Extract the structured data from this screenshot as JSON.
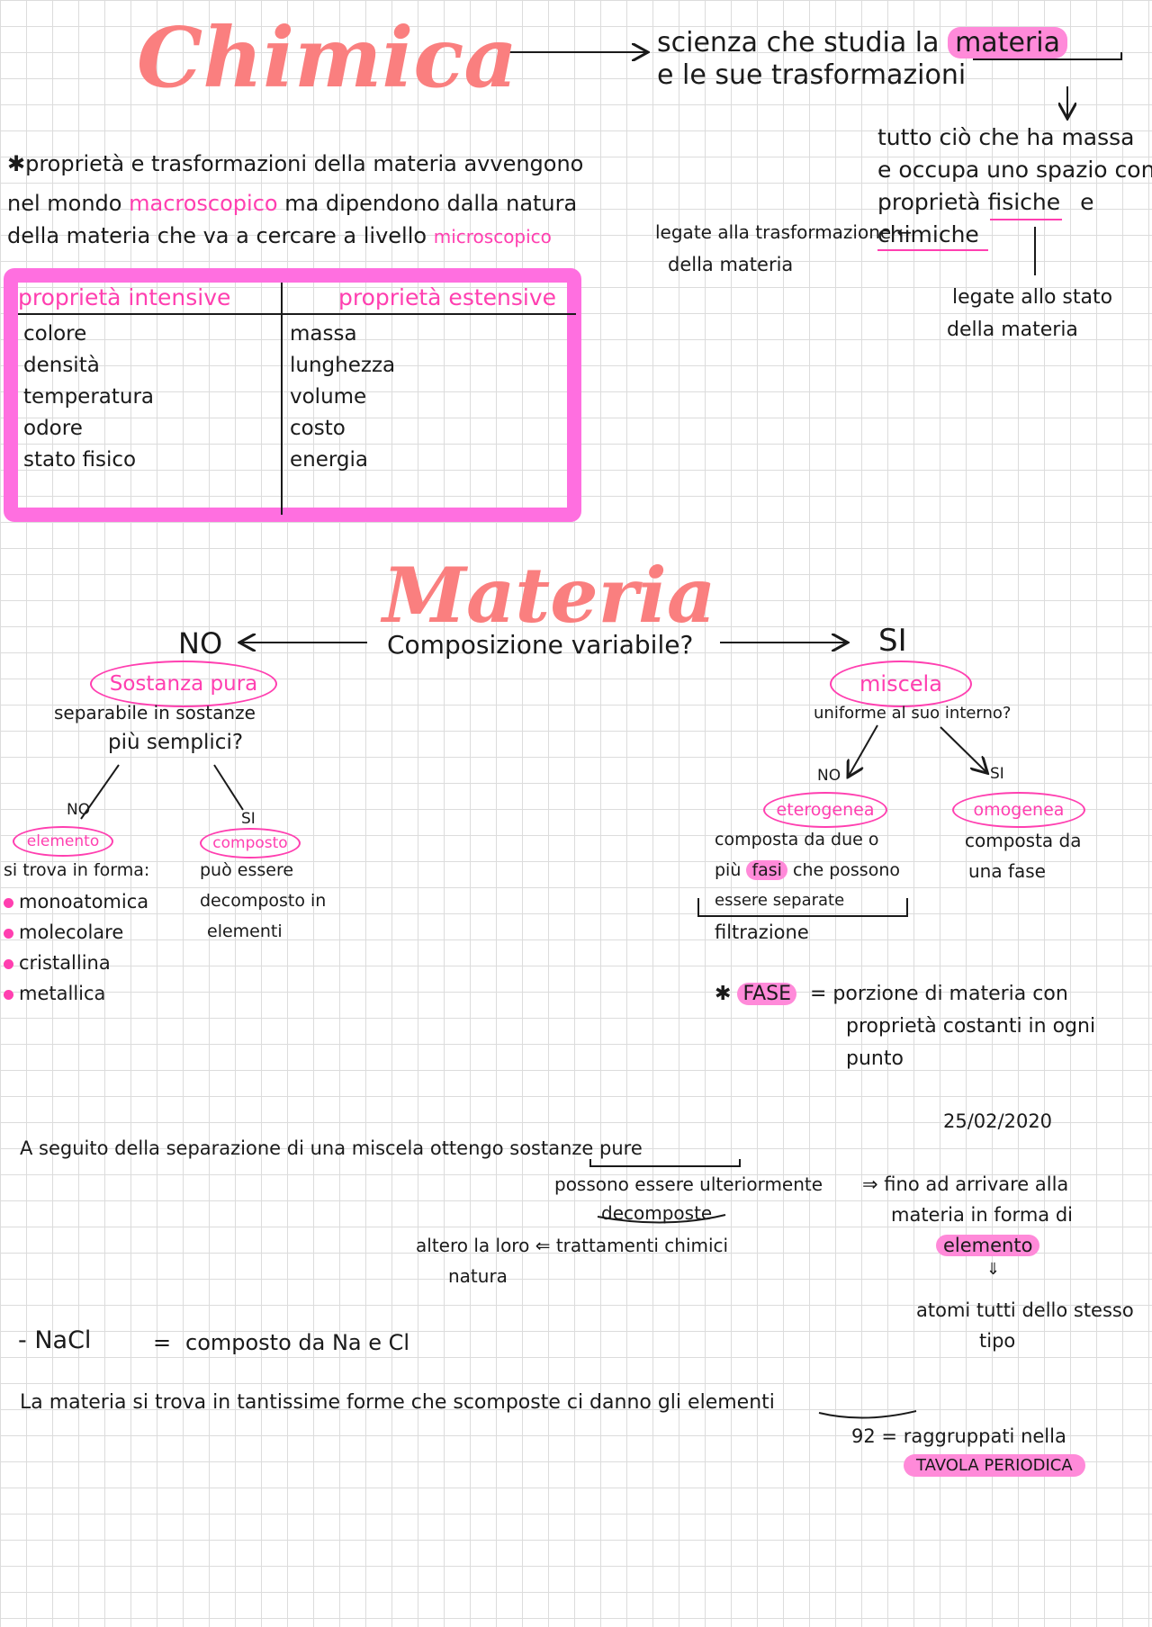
{
  "title": "Chimica",
  "definition": {
    "line1_prefix": "scienza che studia la",
    "line1_highlight": "materia",
    "line2": "e le sue trasformazioni"
  },
  "matter_def": {
    "line1": "tutto ciò che ha massa",
    "line2": "e occupa uno spazio con",
    "line3_prefix": "proprietà",
    "line3_word": "fisiche",
    "line3_suffix": "e",
    "line4": "chimiche"
  },
  "legate_trasformazione": {
    "line1": "legate alla trasformazione",
    "line2": "della materia"
  },
  "legate_stato": {
    "line1": "legate allo stato",
    "line2": "della materia"
  },
  "note_star": {
    "star": "✱",
    "line1": "proprietà e trasformazioni della materia avvengono",
    "line2_prefix": "nel mondo",
    "line2_pink": "macroscopico",
    "line2_suffix": "ma dipendono dalla natura",
    "line3_prefix": "della materia che va a cercare a livello",
    "line3_pink": "microscopico"
  },
  "properties": {
    "intensive_header": "proprietà intensive",
    "extensive_header": "proprietà estensive",
    "intensive": [
      "colore",
      "densità",
      "temperatura",
      "odore",
      "stato fisico"
    ],
    "extensive": [
      "massa",
      "lunghezza",
      "volume",
      "costo",
      "energia"
    ]
  },
  "materia_title": "Materia",
  "question": "Composizione variabile?",
  "no_label": "NO",
  "si_label": "SI",
  "sostanza_pura": {
    "label": "Sostanza pura",
    "question_line1": "separabile in sostanze",
    "question_line2": "più semplici?",
    "no": "NO",
    "si": "SI"
  },
  "elemento": {
    "label": "elemento",
    "intro": "si trova in forma:",
    "forms": [
      "monoatomica",
      "molecolare",
      "cristallina",
      "metallica"
    ]
  },
  "composto": {
    "label": "composto",
    "line1": "può essere",
    "line2": "decomposto in",
    "line3": "elementi"
  },
  "miscela": {
    "label": "miscela",
    "question": "uniforme al suo interno?",
    "no": "NO",
    "si": "SI"
  },
  "eterogenea": {
    "label": "eterogenea",
    "line1": "composta da due o",
    "line2_prefix": "più",
    "line2_hl": "fasi",
    "line2_suffix": "che possono",
    "line3": "essere separate",
    "line4": "filtrazione"
  },
  "omogenea": {
    "label": "omogenea",
    "line1": "composta da",
    "line2": "una fase"
  },
  "fase": {
    "star": "✱",
    "label": "FASE",
    "line1": "= porzione di materia con",
    "line2": "proprietà costanti in ogni",
    "line3": "punto"
  },
  "date": "25/02/2020",
  "separation": {
    "line1_prefix": "A seguito della separazione di una miscela ottengo",
    "line1_underlined": "sostanze pure",
    "line2": "possono essere ulteriormente",
    "line3": "decomposte",
    "line4_left": "altero la loro",
    "line4_arrow": "⇐",
    "line4_right": "trattamenti chimici",
    "line5": "natura",
    "right_arrow": "⇒",
    "right_line1": "fino ad arrivare alla",
    "right_line2": "materia in forma di",
    "right_hl": "elemento",
    "right_down": "⇓",
    "right_line3": "atomi tutti dello stesso",
    "right_line4": "tipo"
  },
  "nacl": {
    "formula": "- NaCl",
    "eq": "=",
    "text": "composto da Na e Cl"
  },
  "final": {
    "line1_prefix": "La materia si trova in tantissime forme che scomposte ci danno gli",
    "line1_underlined": "elementi",
    "count": "92",
    "line2": "= raggruppati nella",
    "table_hl": "TAVOLA PERIODICA"
  }
}
